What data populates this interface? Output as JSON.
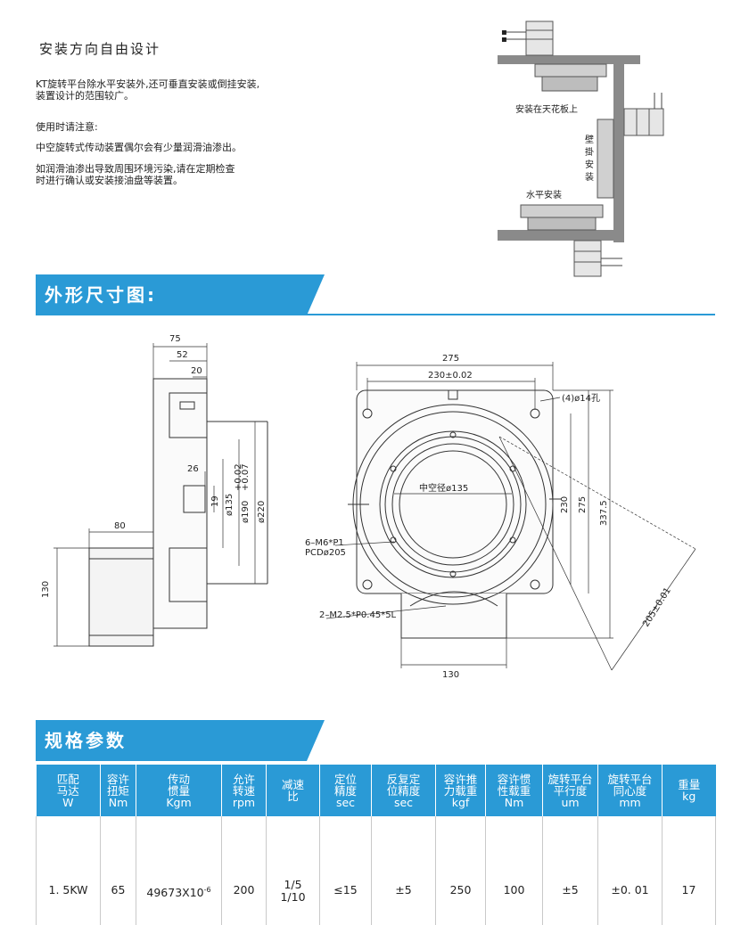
{
  "intro": {
    "title": "安装方向自由设计",
    "para1_line1": "KT旋转平台除水平安装外,还可垂直安装或倒挂安装,",
    "para1_line2": "装置设计的范围较广。",
    "para2": "使用时请注意:",
    "para3": "中空旋转式传动装置偶尔会有少量润滑油渗出。",
    "para4_line1": "如润滑油渗出导致周围环境污染,请在定期检查",
    "para4_line2": "时进行确认或安装接油盘等装置。"
  },
  "install_diagram": {
    "ceiling_label": "安装在天花板上",
    "wall_label": "壁挂安装",
    "horizontal_label": "水平安装"
  },
  "sections": {
    "dimensions": "外形尺寸图:",
    "specs": "规格参数"
  },
  "side_view": {
    "dim_75": "75",
    "dim_52": "52",
    "dim_20": "20",
    "dim_26": "26",
    "dim_19": "19",
    "dim_135": "ø135",
    "dim_190": "ø190",
    "dim_190_tol_upper": "+0.02",
    "dim_190_tol_lower": "+0.07",
    "dim_220": "ø220",
    "dim_80": "80",
    "dim_130": "130"
  },
  "front_view": {
    "dim_275_top": "275",
    "dim_230": "230±0.02",
    "hole_note": "(4)ø14孔",
    "hollow": "中空径ø135",
    "dim_230_v": "230",
    "dim_275_v": "275",
    "dim_337": "337.5",
    "dim_205": "205±0.01",
    "m6_note_line1": "6–M6*P1",
    "m6_note_line2": "PCDø205",
    "m25_note": "2–M2.5*P0.45*5L",
    "dim_130": "130"
  },
  "spec_table": {
    "headers": [
      {
        "l1": "匹配",
        "l2": "马达",
        "l3": "W"
      },
      {
        "l1": "容许",
        "l2": "扭矩",
        "l3": "Nm"
      },
      {
        "l1": "传动",
        "l2": "惯量",
        "l3": "Kgm"
      },
      {
        "l1": "允许",
        "l2": "转速",
        "l3": "rpm"
      },
      {
        "l1": "减速",
        "l2": "比",
        "l3": ""
      },
      {
        "l1": "定位",
        "l2": "精度",
        "l3": "sec"
      },
      {
        "l1": "反复定",
        "l2": "位精度",
        "l3": "sec"
      },
      {
        "l1": "容许推",
        "l2": "力载重",
        "l3": "kgf"
      },
      {
        "l1": "容许惯",
        "l2": "性载重",
        "l3": "Nm"
      },
      {
        "l1": "旋转平台",
        "l2": "平行度",
        "l3": "um"
      },
      {
        "l1": "旋转平台",
        "l2": "同心度",
        "l3": "mm"
      },
      {
        "l1": "重量",
        "l2": "kg",
        "l3": ""
      }
    ],
    "row": {
      "motor": "1. 5KW",
      "torque": "65",
      "inertia_base": "49673X10",
      "inertia_exp": "-6",
      "speed": "200",
      "ratio_1": "1/5",
      "ratio_2": "1/10",
      "positioning": "≤15",
      "repeat": "±5",
      "thrust": "250",
      "inertia_load": "100",
      "parallel": "±5",
      "concentric": "±0. 01",
      "weight": "17"
    }
  }
}
